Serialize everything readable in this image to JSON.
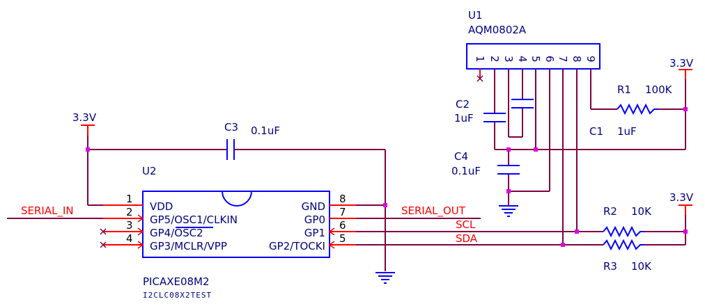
{
  "colors": {
    "wire": "#800040",
    "pin": "#ff0000",
    "body": "#0000ff",
    "junction": "#e000e0",
    "label": "#000080"
  },
  "u1": {
    "ref": "U1",
    "part": "AQM0802A",
    "pins": [
      "1",
      "2",
      "3",
      "4",
      "5",
      "6",
      "7",
      "8",
      "9"
    ]
  },
  "u2": {
    "ref": "U2",
    "part": "PICAXE08M2",
    "sub": "I2CLC08X2TEST",
    "left_pins": [
      {
        "num": "1",
        "name": "VDD"
      },
      {
        "num": "2",
        "name": "GP5/OSC1/CLKIN"
      },
      {
        "num": "3",
        "name": "GP4/OSC2"
      },
      {
        "num": "4",
        "name": "GP3/MCLR/VPP"
      }
    ],
    "right_pins": [
      {
        "num": "8",
        "name": "GND"
      },
      {
        "num": "7",
        "name": "GP0"
      },
      {
        "num": "6",
        "name": "GP1"
      },
      {
        "num": "5",
        "name": "GP2/TOCKI"
      }
    ]
  },
  "components": {
    "c1": {
      "ref": "C1",
      "value": "1uF"
    },
    "c2": {
      "ref": "C2",
      "value": "1uF"
    },
    "c3": {
      "ref": "C3",
      "value": "0.1uF"
    },
    "c4": {
      "ref": "C4",
      "value": "0.1uF"
    },
    "r1": {
      "ref": "R1",
      "value": "100K"
    },
    "r2": {
      "ref": "R2",
      "value": "10K"
    },
    "r3": {
      "ref": "R3",
      "value": "10K"
    }
  },
  "power": {
    "left": "3.3V",
    "top_right": "3.3V",
    "bottom_right": "3.3V"
  },
  "nets": {
    "serial_in": "SERIAL_IN",
    "serial_out": "SERIAL_OUT",
    "scl": "SCL",
    "sda": "SDA"
  }
}
